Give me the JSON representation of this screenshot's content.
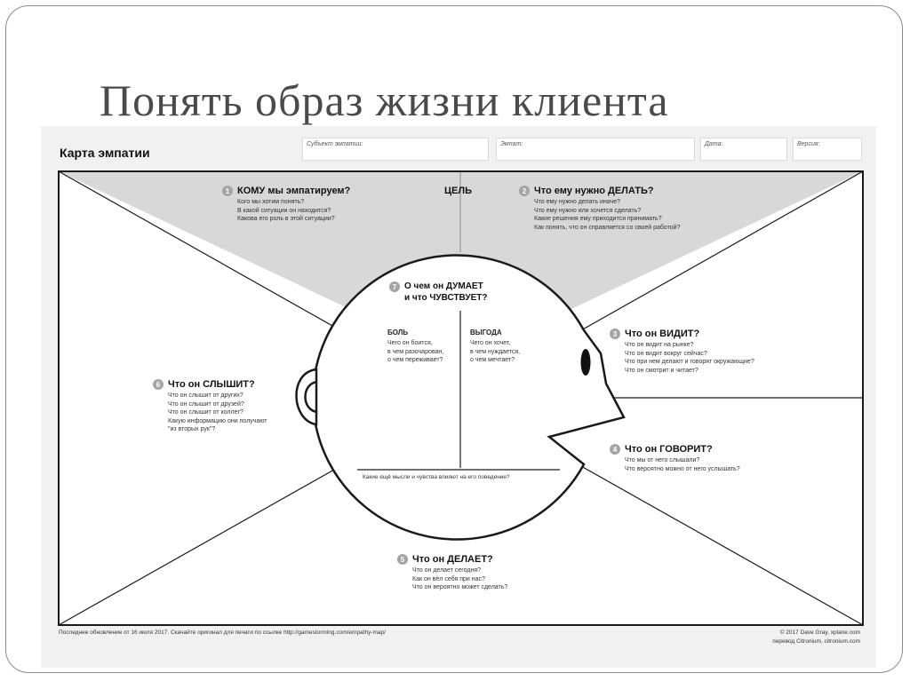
{
  "slide": {
    "title": "Понять образ жизни клиента"
  },
  "map": {
    "heading": "Карта эмпатии",
    "meta_fields": [
      "Субъект эмпатии:",
      "Эмпат:",
      "Дата:",
      "Версия:"
    ],
    "goal_label": "ЦЕЛЬ",
    "sections": {
      "who": {
        "number": "1",
        "title": "КОМУ мы эмпатируем?",
        "questions": [
          "Кого мы хотим понять?",
          "В какой ситуации он находится?",
          "Какова его роль в этой ситуации?"
        ]
      },
      "do": {
        "number": "2",
        "title": "Что ему нужно ДЕЛАТЬ?",
        "questions": [
          "Что ему нужно делать иначе?",
          "Что ему нужно или хочется сделать?",
          "Какие решения ему приходится принимать?",
          "Как понять, что он справляется со своей работой?"
        ]
      },
      "sees": {
        "number": "3",
        "title": "Что он ВИДИТ?",
        "questions": [
          "Что он видит на рынке?",
          "Что он видит вокруг сейчас?",
          "Что при нем делают и говорят окружающие?",
          "Что он смотрит и читает?"
        ]
      },
      "says": {
        "number": "4",
        "title": "Что он ГОВОРИТ?",
        "questions": [
          "Что мы от него слышали?",
          "Что вероятно можно от него услышать?"
        ]
      },
      "does": {
        "number": "5",
        "title": "Что он ДЕЛАЕТ?",
        "questions": [
          "Что он делает сегодня?",
          "Как он вёл себя при нас?",
          "Что он вероятно может сделать?"
        ]
      },
      "hears": {
        "number": "6",
        "title": "Что он СЛЫШИТ?",
        "questions": [
          "Что он слышит от других?",
          "Что он слышит от друзей?",
          "Что он слышит от коллег?",
          "Какую информацию они получают",
          "\"из вторых рук\"?"
        ]
      },
      "thinks": {
        "number": "7",
        "title_line1": "О чем он ДУМАЕТ",
        "title_line2": "и что ЧУВСТВУЕТ?",
        "pain_title": "БОЛЬ",
        "pain_questions": [
          "Чего он боится,",
          "в чем разочарован,",
          "о чем переживает?"
        ],
        "gain_title": "ВЫГОДА",
        "gain_questions": [
          "Чего он хочет,",
          "в чем нуждается,",
          "о чем мечтает?"
        ],
        "other_thoughts": "Какие ещё мысли и чувства влияют на его поведение?"
      }
    },
    "footer_left": "Последнее обновление от 16 июля 2017. Скачайте оригинал для печати по ссылке http://gamestorming.com/empathy-map/",
    "footer_right_1": "© 2017 Dave Gray, xplane.com",
    "footer_right_2": "перевод Citronium, citronium.com"
  }
}
